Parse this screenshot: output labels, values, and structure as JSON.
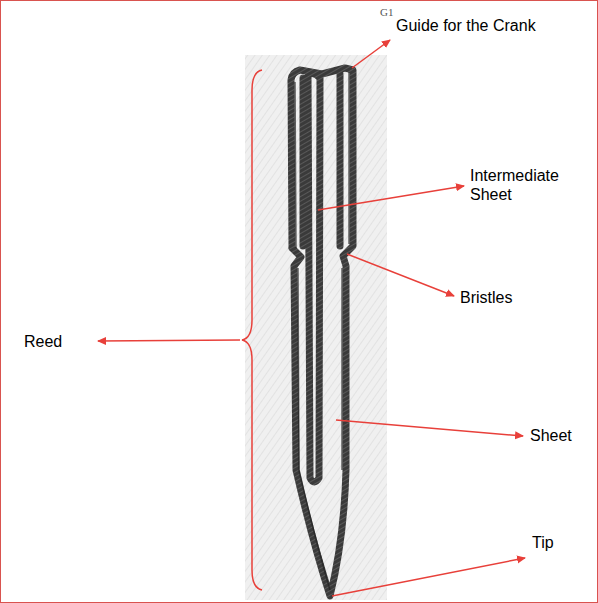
{
  "diagram": {
    "labels": [
      "G1",
      "Guide for the Crank",
      "Intermediate Sheet",
      "Bristles",
      "Reed",
      "Sheet",
      "Tip"
    ]
  }
}
